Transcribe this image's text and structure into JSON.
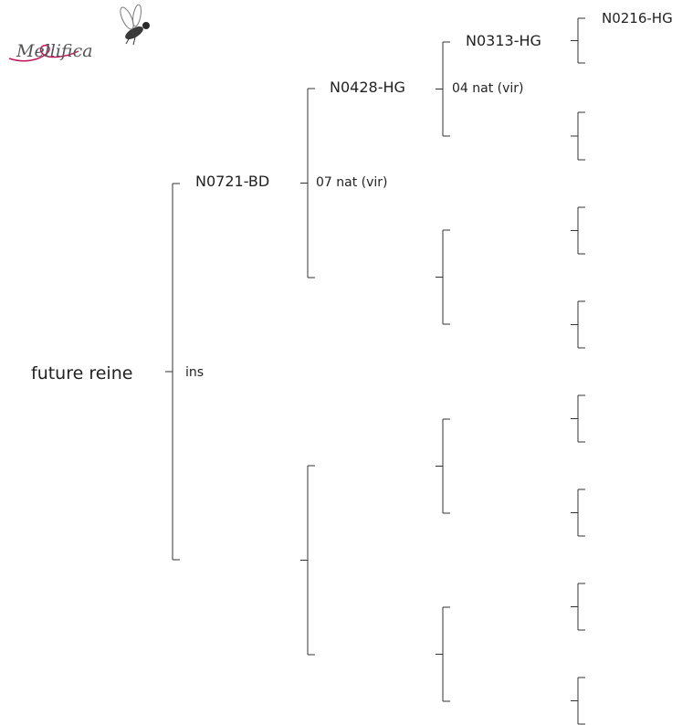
{
  "logo": {
    "text": "Mellifica"
  },
  "root": {
    "name": "future reine",
    "origin": "ins"
  },
  "level1": [
    {
      "name": "N0721-BD",
      "origin": "07 nat (vir)"
    },
    {
      "name": "",
      "origin": ""
    }
  ],
  "level2": [
    {
      "name": "N0428-HG",
      "origin": "04 nat (vir)"
    },
    {
      "name": "",
      "origin": ""
    },
    {
      "name": "",
      "origin": ""
    },
    {
      "name": "",
      "origin": ""
    }
  ],
  "level3": [
    {
      "name": "N0313-HG",
      "origin": ""
    },
    {
      "name": "",
      "origin": ""
    },
    {
      "name": "",
      "origin": ""
    },
    {
      "name": "",
      "origin": ""
    },
    {
      "name": "",
      "origin": ""
    },
    {
      "name": "",
      "origin": ""
    },
    {
      "name": "",
      "origin": ""
    },
    {
      "name": "",
      "origin": ""
    }
  ],
  "level4": [
    {
      "name": "N0216-HG"
    }
  ],
  "colors": {
    "line": "#333333",
    "text": "#222222",
    "logo_pink": "#c2185b",
    "logo_grey": "#555555"
  }
}
